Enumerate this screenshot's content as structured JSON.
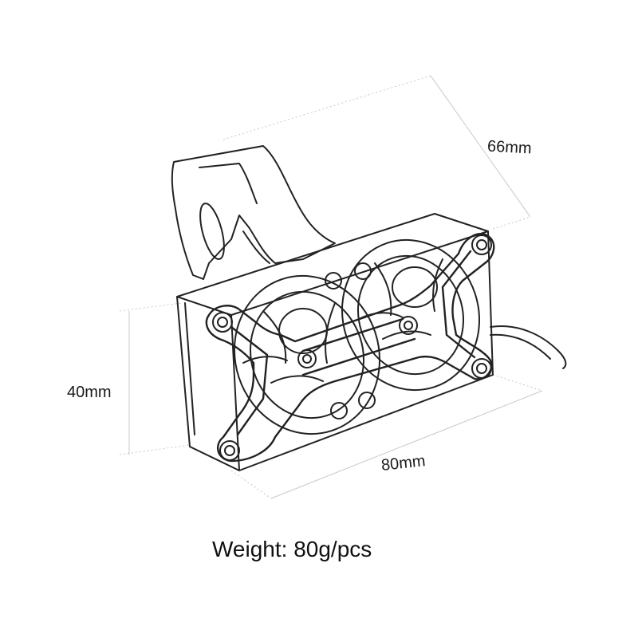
{
  "dimensions": {
    "depth": "66mm",
    "height": "40mm",
    "width": "80mm"
  },
  "weight_text": "Weight: 80g/pcs",
  "colors": {
    "line": "#222222",
    "dimension_line": "#c8c8c8",
    "background": "#ffffff"
  }
}
